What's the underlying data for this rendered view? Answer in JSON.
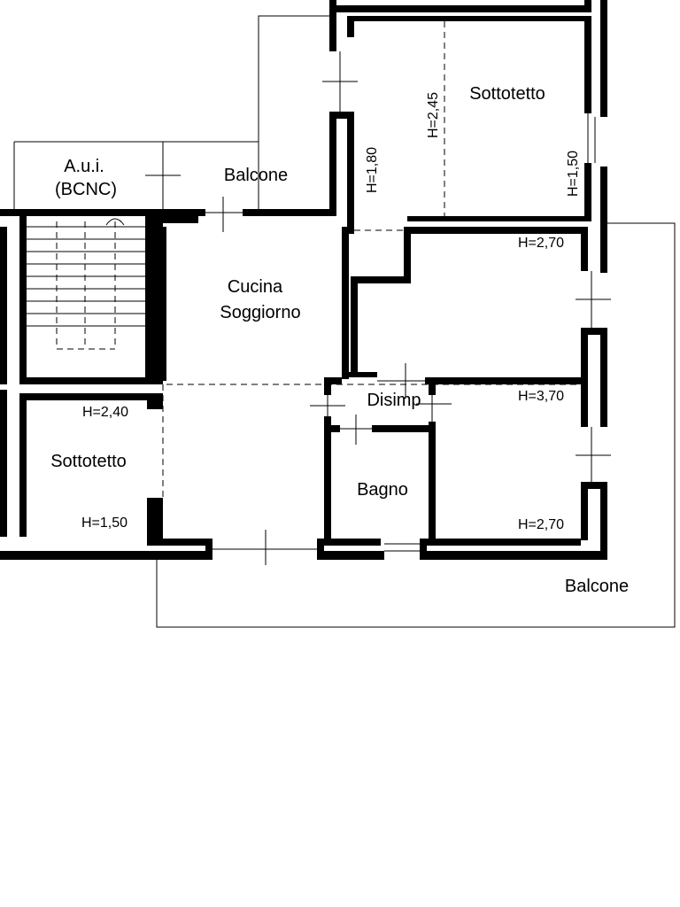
{
  "rooms": {
    "aui_line1": "A.u.i.",
    "aui_line2": "(BCNC)",
    "balcone_top": "Balcone",
    "sottotetto_top": "Sottotetto",
    "cucina_line1": "Cucina",
    "cucina_line2": "Soggiorno",
    "disimp": "Disimp",
    "bagno": "Bagno",
    "sottotetto_left": "Sottotetto",
    "balcone_bottom": "Balcone"
  },
  "heights": {
    "h_245": "H=2,45",
    "h_180": "H=1,80",
    "h_150_right": "H=1,50",
    "h_270_top": "H=2,70",
    "h_370": "H=3,70",
    "h_270_bottom": "H=2,70",
    "h_240": "H=2,40",
    "h_150_left": "H=1,50"
  },
  "colors": {
    "line": "#000000",
    "background": "#ffffff"
  }
}
